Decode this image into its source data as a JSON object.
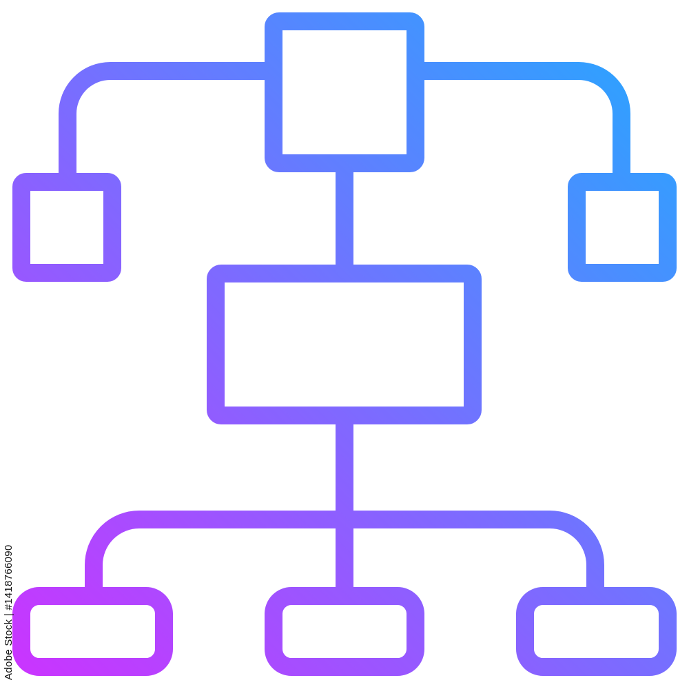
{
  "icon": {
    "name": "hierarchy-structure-icon",
    "style": "outline",
    "gradient": {
      "from": "#cc33ff",
      "to": "#22aaff",
      "direction": "bottom-left to top-right"
    }
  },
  "nodes": [
    {
      "id": "root",
      "shape": "square"
    },
    {
      "id": "left-branch",
      "shape": "square"
    },
    {
      "id": "right-branch",
      "shape": "square"
    },
    {
      "id": "middle",
      "shape": "rectangle"
    },
    {
      "id": "leaf-left",
      "shape": "rounded-rectangle"
    },
    {
      "id": "leaf-center",
      "shape": "rounded-rectangle"
    },
    {
      "id": "leaf-right",
      "shape": "rounded-rectangle"
    }
  ],
  "edges": [
    {
      "from": "root",
      "to": "left-branch"
    },
    {
      "from": "root",
      "to": "right-branch"
    },
    {
      "from": "root",
      "to": "middle"
    },
    {
      "from": "middle",
      "to": "leaf-left"
    },
    {
      "from": "middle",
      "to": "leaf-center"
    },
    {
      "from": "middle",
      "to": "leaf-right"
    }
  ],
  "watermark": {
    "side_text": "Adobe Stock | #1418766090"
  }
}
